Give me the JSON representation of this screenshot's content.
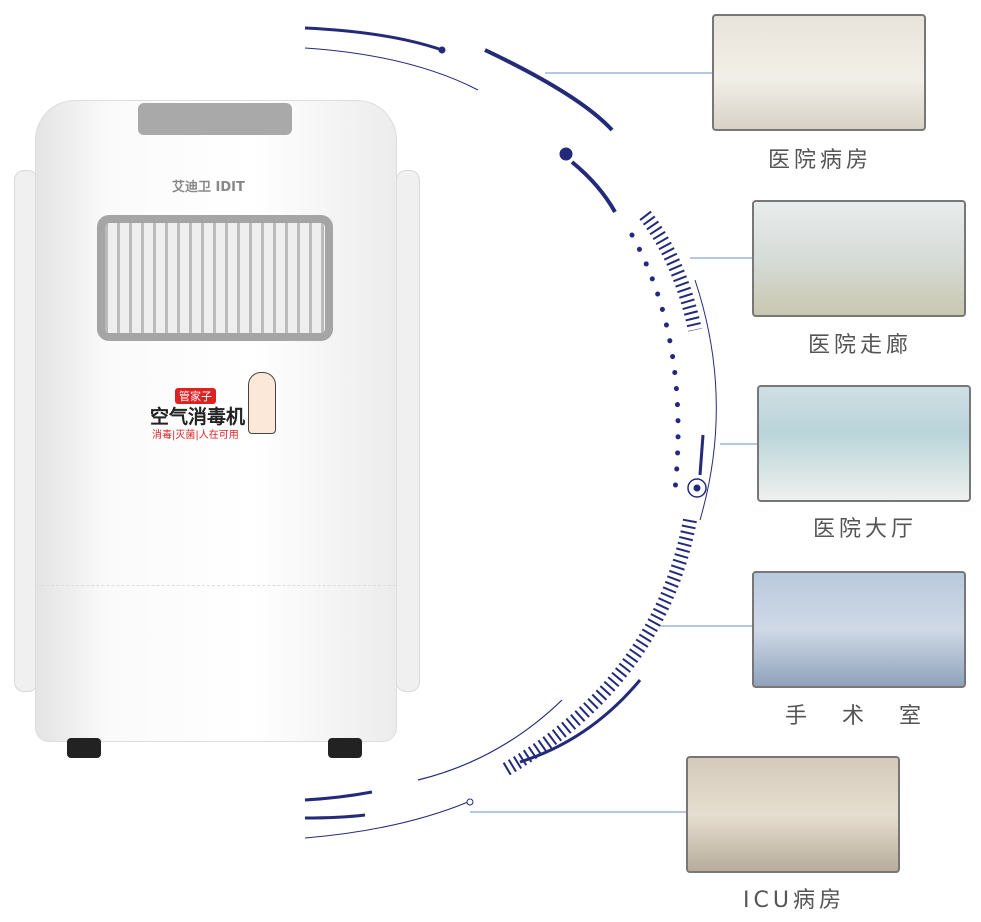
{
  "product": {
    "logo_text": "艾迪卫 IDIT",
    "tag": "管家子",
    "name": "空气消毒机",
    "slogan": "消毒|灭菌|人在可用"
  },
  "scenes": [
    {
      "caption": "医院病房"
    },
    {
      "caption": "医院走廊"
    },
    {
      "caption": "医院大厅"
    },
    {
      "caption": "手 术 室"
    },
    {
      "caption": "ICU病房"
    }
  ],
  "colors": {
    "accent": "#232a7a",
    "line": "#6a8fd0"
  }
}
